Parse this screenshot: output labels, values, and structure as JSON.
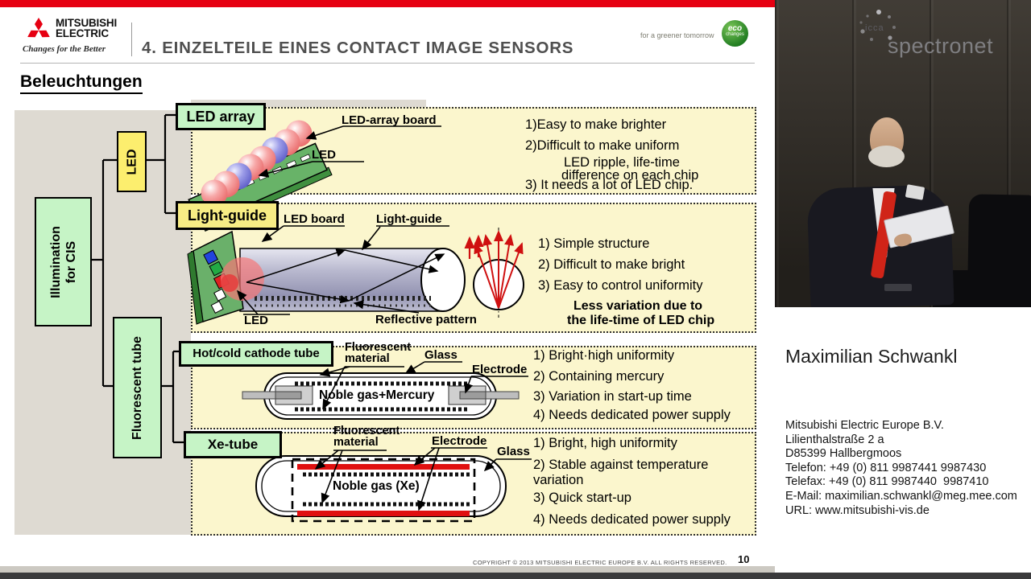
{
  "header": {
    "brand_top": "MITSUBISHI",
    "brand_bottom": "ELECTRIC",
    "tagline": "Changes for the Better",
    "title": "4. EINZELTEILE EINES CONTACT IMAGE SENSORS",
    "eco_text": "for a greener tomorrow",
    "eco_badge_line1": "eco",
    "eco_badge_line2": "changes"
  },
  "slide": {
    "heading": "Beleuchtungen",
    "tree": {
      "root_line1": "Illumination",
      "root_line2": "for CIS",
      "branch_led": "LED",
      "branch_fluorescent": "Fluorescent tube"
    },
    "led_array": {
      "label": "LED array",
      "board_label": "LED-array board",
      "led_label": "LED",
      "points": [
        "1)Easy to make brighter",
        "2)Difficult to make uniform",
        "LED ripple, life-time",
        "difference on each chip",
        "3) It needs a lot of LED chip."
      ]
    },
    "light_guide": {
      "label": "Light-guide",
      "board_label": "LED board",
      "guide_label": "Light-guide",
      "led_label": "LED",
      "pattern_label": "Reflective pattern",
      "points": [
        "1) Simple structure",
        "2) Difficult to make bright",
        "3) Easy to control uniformity"
      ],
      "note_line1": "Less variation due to",
      "note_line2": "the life-time of LED chip"
    },
    "cathode_tube": {
      "label": "Hot/cold cathode tube",
      "material_label_line1": "Fluorescent",
      "material_label_line2": "material",
      "glass_label": "Glass",
      "electrode_label": "Electrode",
      "tube_text": "Noble gas+Mercury",
      "points": [
        "1) Bright·high uniformity",
        "2) Containing mercury",
        "3) Variation in start-up time",
        "4) Needs dedicated power supply"
      ]
    },
    "xe_tube": {
      "label": "Xe-tube",
      "material_label_line1": "Fluorescent",
      "material_label_line2": "material",
      "electrode_label": "Electrode",
      "glass_label": "Glass",
      "tube_text": "Noble gas (Xe)",
      "points": [
        "1) Bright, high uniformity",
        "2) Stable against temperature",
        "variation",
        "3) Quick start-up",
        "4) Needs dedicated power supply"
      ]
    },
    "footer": {
      "copyright": "COPYRIGHT © 2013 MITSUBISHI ELECTRIC EUROPE B.V. ALL RIGHTS RESERVED.",
      "page_number": "10"
    }
  },
  "video": {
    "watermark_prefix": "icca",
    "watermark": "spectronet"
  },
  "speaker": {
    "name": "Maximilian Schwankl",
    "contact_lines": [
      "Mitsubishi Electric Europe B.V.",
      "Lilienthalstraße 2 a",
      "D85399 Hallbergmoos",
      "Telefon: +49 (0) 811 9987441 9987430",
      "Telefax: +49 (0) 811 9987440  9987410",
      "E-Mail: maximilian.schwankl@meg.mee.com",
      "URL: www.mitsubishi-vis.de"
    ]
  },
  "colors": {
    "brand_red": "#e60012",
    "panel_yellow": "#fbf6cd",
    "box_green": "#c6f4c6",
    "box_yellow": "#fcee6e",
    "backdrop_gray": "#dedad2",
    "eco_green": "#1d7a1f"
  }
}
